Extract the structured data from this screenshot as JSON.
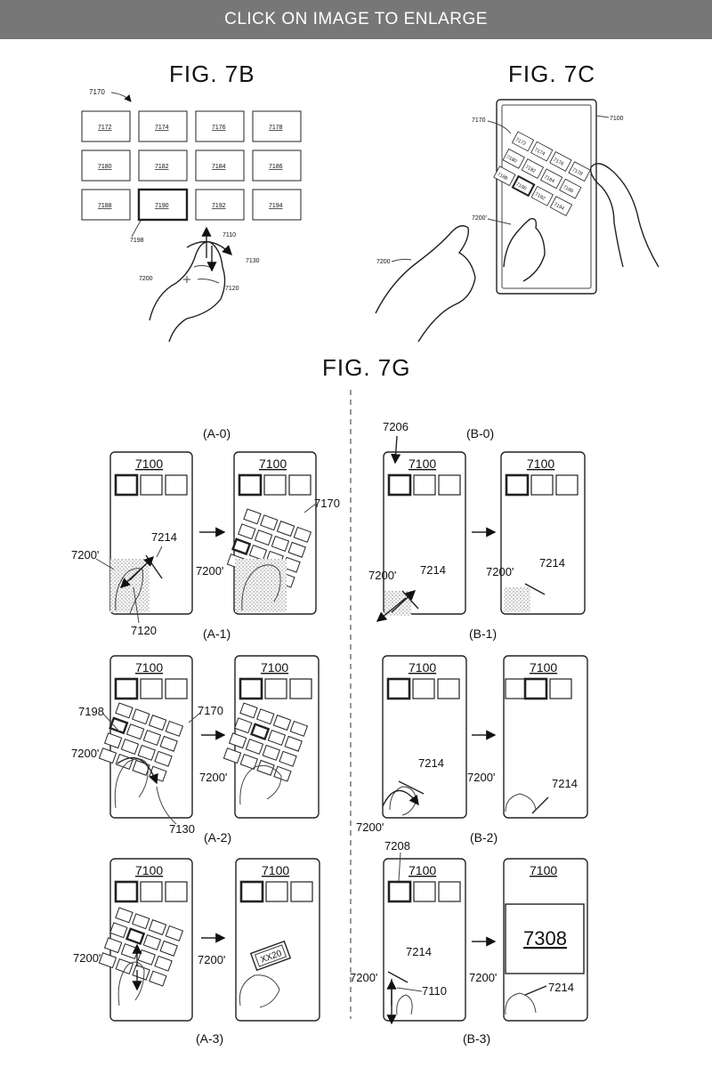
{
  "banner": "CLICK ON IMAGE TO ENLARGE",
  "fig7b": {
    "title": "FIG. 7B",
    "ref_grid": "7170",
    "tiles": [
      "7172",
      "7174",
      "7176",
      "7178",
      "7180",
      "7182",
      "7184",
      "7186",
      "7188",
      "7190",
      "7192",
      "7194"
    ],
    "selected_ref": "7198",
    "refs": {
      "hand": "7200",
      "up": "7110",
      "rotate": "7130",
      "down": "7120"
    }
  },
  "fig7c": {
    "title": "FIG. 7C",
    "ref_grid": "7170",
    "device": "7100",
    "tiles": [
      "7172",
      "7174",
      "7176",
      "7178",
      "7180",
      "7182",
      "7184",
      "7186",
      "7188",
      "7190",
      "7192",
      "7194"
    ],
    "hand_ref": "7200'",
    "hand": "7200"
  },
  "fig7g": {
    "title": "FIG. 7G",
    "panel_A0": "(A-0)",
    "panel_A1": "(A-1)",
    "panel_A2": "(A-2)",
    "panel_A3": "(A-3)",
    "panel_B0": "(B-0)",
    "panel_B1": "(B-1)",
    "panel_B2": "(B-2)",
    "panel_B3": "(B-3)",
    "device": "7100",
    "grid": "7170",
    "hand": "7200'",
    "handle": "7214",
    "arrow_pinch": "7120",
    "rotate": "7130",
    "selected": "7198",
    "b0_ref": "7206",
    "b3_ref": "7208",
    "b3_arrow": "7110",
    "content_tile": "7308",
    "small_tile": "XX20"
  }
}
